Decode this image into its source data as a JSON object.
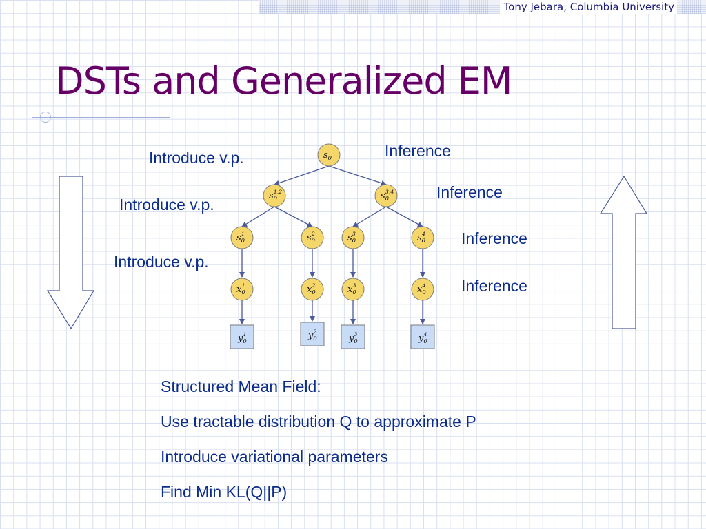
{
  "header": {
    "credit": "Tony Jebara, Columbia University"
  },
  "title": "DSTs and Generalized EM",
  "left_labels": [
    "Introduce v.p.",
    "Introduce v.p.",
    "Introduce v.p."
  ],
  "right_labels": [
    "Inference",
    "Inference",
    "Inference",
    "Inference"
  ],
  "diagram": {
    "root": {
      "base": "s",
      "sub": "0",
      "sup": ""
    },
    "mid": [
      {
        "base": "s",
        "sub": "0",
        "sup": "1,2"
      },
      {
        "base": "s",
        "sub": "0",
        "sup": "3,4"
      }
    ],
    "leaves": [
      {
        "base": "s",
        "sub": "0",
        "sup": "1"
      },
      {
        "base": "s",
        "sub": "0",
        "sup": "2"
      },
      {
        "base": "s",
        "sub": "0",
        "sup": "3"
      },
      {
        "base": "s",
        "sub": "0",
        "sup": "4"
      }
    ],
    "x_nodes": [
      {
        "base": "x",
        "sub": "0",
        "sup": "1"
      },
      {
        "base": "x",
        "sub": "0",
        "sup": "2"
      },
      {
        "base": "x",
        "sub": "0",
        "sup": "3"
      },
      {
        "base": "x",
        "sub": "0",
        "sup": "4"
      }
    ],
    "y_nodes": [
      {
        "base": "y",
        "sub": "0",
        "sup": "1"
      },
      {
        "base": "y",
        "sub": "0",
        "sup": "2"
      },
      {
        "base": "y",
        "sub": "0",
        "sup": "3"
      },
      {
        "base": "y",
        "sub": "0",
        "sup": "4"
      }
    ]
  },
  "bullets": [
    "Structured Mean Field:",
    "Use tractable distribution Q to approximate P",
    "Introduce variational parameters",
    "Find Min KL(Q||P)"
  ],
  "colors": {
    "title": "#660066",
    "text": "#0b2c8a",
    "hidden_node": "#f4d66a",
    "observed_node": "#c8dcf8",
    "arrow_stroke": "#4a5a9a"
  },
  "icons": [
    "down-arrow-icon",
    "up-arrow-icon"
  ]
}
